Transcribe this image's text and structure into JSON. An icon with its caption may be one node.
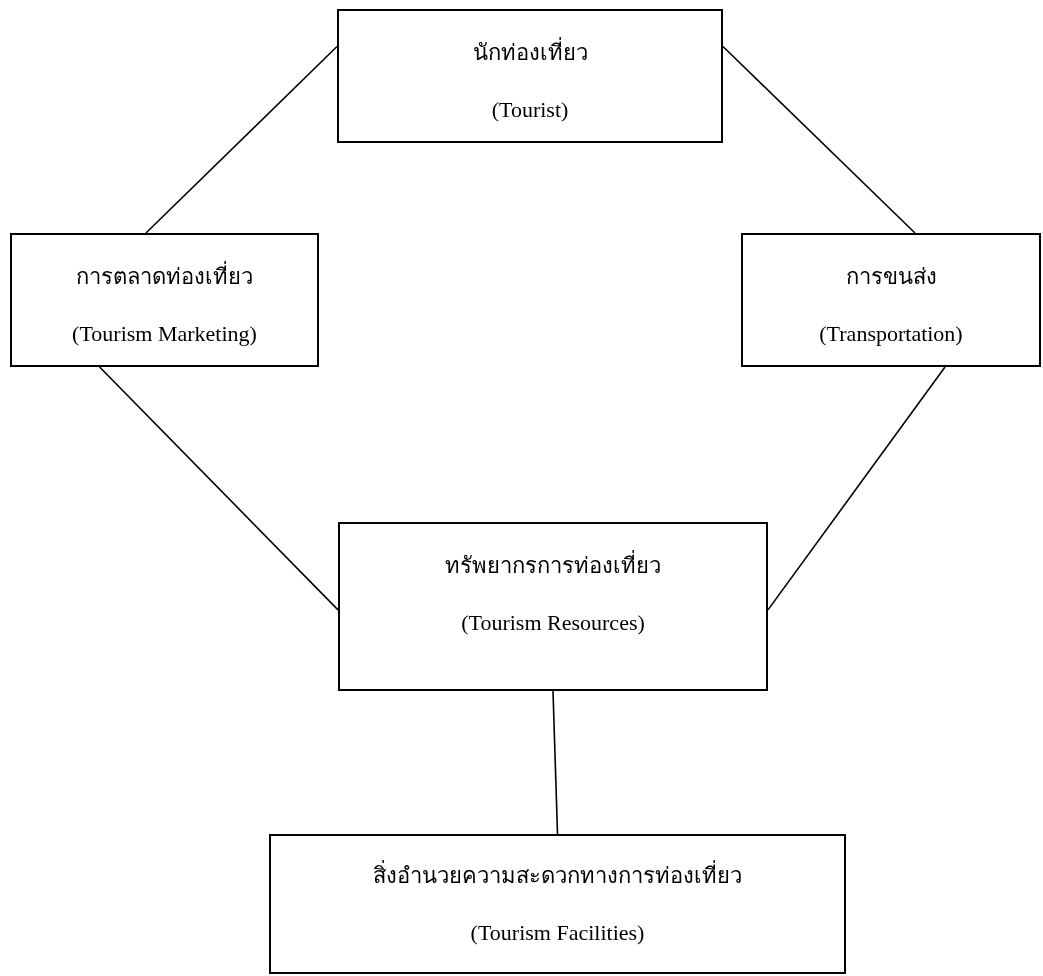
{
  "diagram": {
    "nodes": [
      {
        "text": [
          "นักท่องเที่ยว",
          "(Tourist)"
        ]
      },
      {
        "text": [
          "การตลาดท่องเที่ยว",
          "(Tourism Marketing)"
        ]
      },
      {
        "text": [
          "การขนส่ง",
          "(Transportation)"
        ]
      },
      {
        "text": [
          "ทรัพยากรการท่องเที่ยว",
          "(Tourism Resources)"
        ]
      },
      {
        "text": [
          "สิ่งอำนวยความสะดวกทางการท่องเที่ยว",
          "(Tourism Facilities)"
        ]
      }
    ],
    "edges": [
      {
        "from": 0,
        "to": 1,
        "arrow": "none"
      },
      {
        "from": 0,
        "to": 2,
        "arrow": "none"
      },
      {
        "from": 1,
        "to": 3,
        "arrow": "none"
      },
      {
        "from": 2,
        "to": 3,
        "arrow": "none"
      },
      {
        "from": 3,
        "to": 4,
        "arrow": "none"
      }
    ]
  }
}
